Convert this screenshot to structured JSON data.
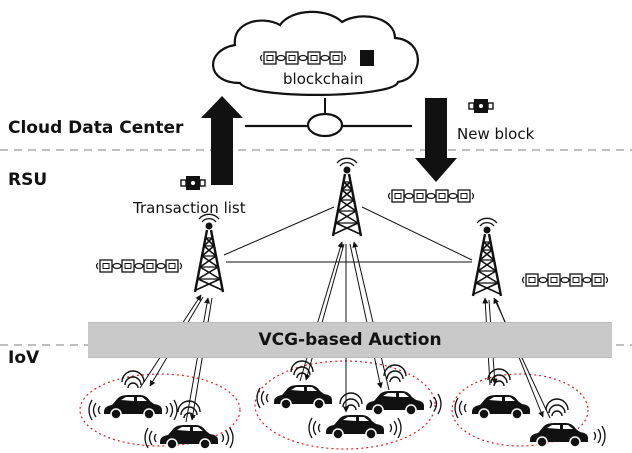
{
  "layers": {
    "cloud": "Cloud Data Center",
    "rsu": "RSU",
    "iov": "IoV"
  },
  "labels": {
    "blockchain": "blockchain",
    "new_block": "New block",
    "transaction_list": "Transaction list",
    "auction": "VCG-based Auction"
  }
}
